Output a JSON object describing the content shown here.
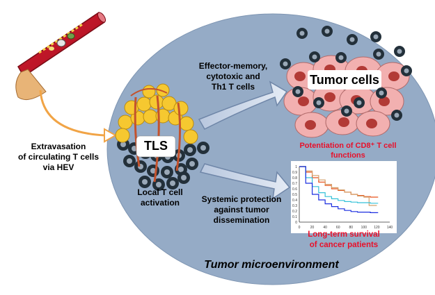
{
  "labels": {
    "extravasation": [
      "Extravasation",
      "of circulating T cells",
      "via HEV"
    ],
    "effector": [
      "Effector-memory,",
      "cytotoxic and",
      "Th1 T cells"
    ],
    "tumor_cells": "Tumor cells",
    "potentiation": [
      "Potentiation of CD8⁺ T cell",
      "functions"
    ],
    "tls": "TLS",
    "local": [
      "Local T cell",
      "activation"
    ],
    "systemic": [
      "Systemic protection",
      "against tumor",
      "dissemination"
    ],
    "survival": [
      "Long-term survival",
      "of cancer patients"
    ],
    "microenvironment": "Tumor microenvironment"
  },
  "colors": {
    "ellipse": "#95abc6",
    "vessel": "#c0152a",
    "arrow_fill": "#c9d5e8",
    "tumor_cell": "#f2b0b0",
    "nucleus": "#b23a36",
    "highlight": "#e8102a"
  },
  "chart_data": {
    "type": "line",
    "x_ticks": [
      "0",
      "20",
      "40",
      "60",
      "80",
      "100",
      "120",
      "140"
    ],
    "y_ticks": [
      "0",
      "0.1",
      "0.2",
      "0.3",
      "0.4",
      "0.5",
      "0.6",
      "0.7",
      "0.8",
      "0.9",
      "1"
    ],
    "xlim": [
      0,
      140
    ],
    "ylim": [
      0,
      1
    ],
    "series": [
      {
        "color": "#e8511a",
        "x": [
          0,
          10,
          20,
          30,
          40,
          50,
          60,
          70,
          80,
          90,
          100,
          110,
          122
        ],
        "y": [
          1,
          0.9,
          0.8,
          0.72,
          0.66,
          0.6,
          0.57,
          0.54,
          0.5,
          0.48,
          0.46,
          0.45,
          0.45
        ]
      },
      {
        "color": "#d4a06a",
        "x": [
          0,
          10,
          20,
          30,
          40,
          50,
          60,
          70,
          80,
          90,
          100,
          108,
          115,
          120
        ],
        "y": [
          1,
          0.92,
          0.84,
          0.76,
          0.68,
          0.62,
          0.58,
          0.54,
          0.5,
          0.47,
          0.45,
          0.3,
          0.3,
          0.3
        ]
      },
      {
        "color": "#33c1d8",
        "x": [
          0,
          10,
          20,
          30,
          40,
          50,
          60,
          70,
          80,
          90,
          100,
          110,
          122
        ],
        "y": [
          1,
          0.8,
          0.64,
          0.53,
          0.46,
          0.42,
          0.39,
          0.37,
          0.36,
          0.35,
          0.35,
          0.34,
          0.34
        ]
      },
      {
        "color": "#1b2ee0",
        "x": [
          0,
          10,
          20,
          30,
          40,
          50,
          60,
          70,
          80,
          90,
          100,
          110,
          122
        ],
        "y": [
          1,
          0.7,
          0.5,
          0.4,
          0.33,
          0.28,
          0.24,
          0.21,
          0.19,
          0.18,
          0.18,
          0.17,
          0.17
        ]
      }
    ]
  }
}
